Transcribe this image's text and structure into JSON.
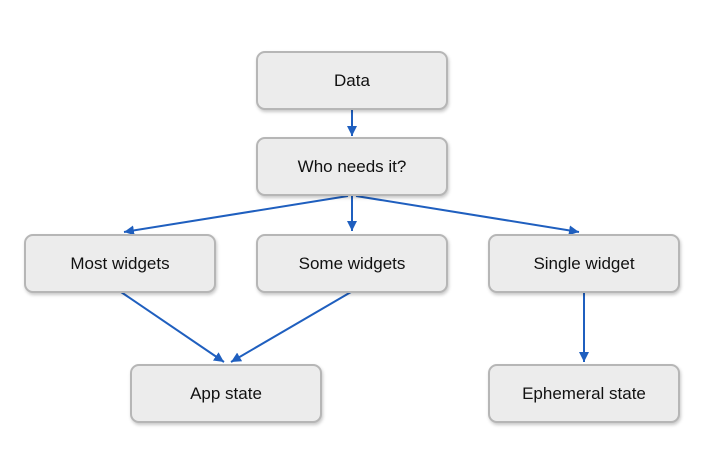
{
  "diagram": {
    "colors": {
      "node_fill": "#ececec",
      "node_border": "#b6b6b6",
      "edge": "#1f5fbf",
      "text": "#111111"
    },
    "nodes": {
      "data": "Data",
      "who_needs_it": "Who needs it?",
      "most_widgets": "Most widgets",
      "some_widgets": "Some widgets",
      "single_widget": "Single widget",
      "app_state": "App state",
      "ephemeral_state": "Ephemeral state"
    },
    "edges": [
      {
        "from": "data",
        "to": "who_needs_it"
      },
      {
        "from": "who_needs_it",
        "to": "most_widgets"
      },
      {
        "from": "who_needs_it",
        "to": "some_widgets"
      },
      {
        "from": "who_needs_it",
        "to": "single_widget"
      },
      {
        "from": "most_widgets",
        "to": "app_state"
      },
      {
        "from": "some_widgets",
        "to": "app_state"
      },
      {
        "from": "single_widget",
        "to": "ephemeral_state"
      }
    ]
  }
}
